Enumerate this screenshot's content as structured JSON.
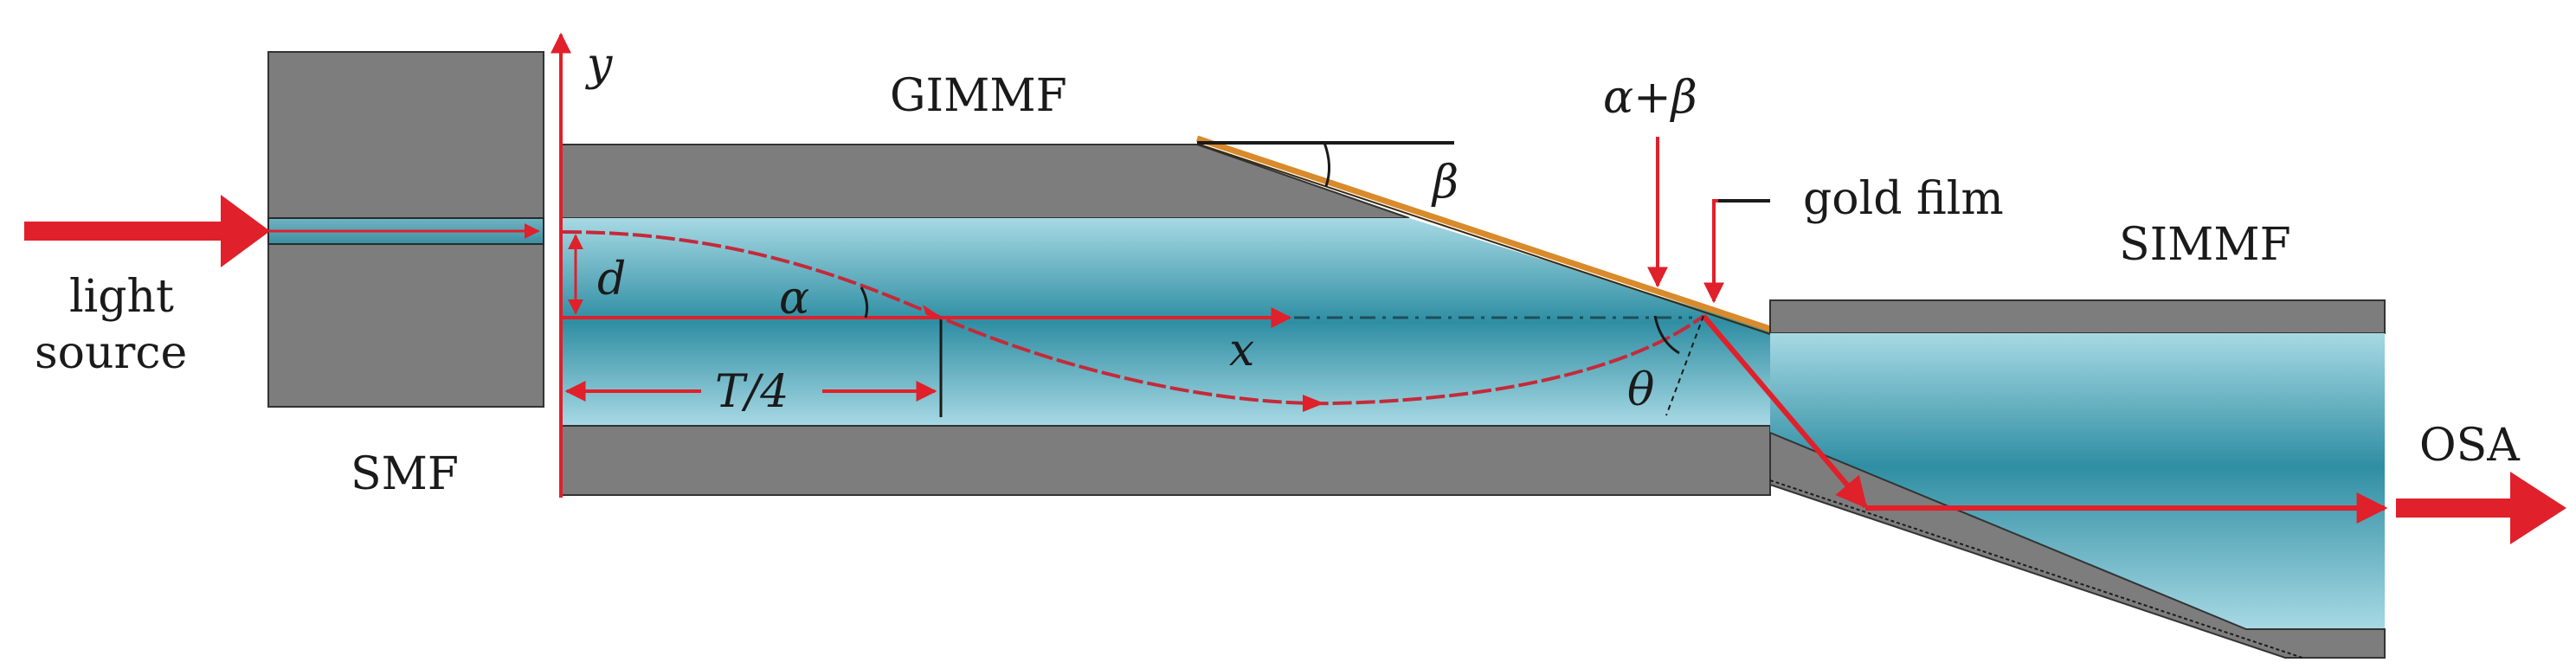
{
  "labels": {
    "y_axis": "y",
    "x_axis": "x",
    "gimmf": "GIMMF",
    "smf": "SMF",
    "simmf": "SIMMF",
    "osa": "OSA",
    "gold_film": "gold film",
    "light_line1": "light",
    "light_line2": "source",
    "beta": "β",
    "alpha": "α",
    "alpha_beta": "α+β",
    "d": "d",
    "theta": "θ",
    "t4": "T/4"
  },
  "colors": {
    "cladding": "#7d7d7d",
    "core_edge": "#9fd3df",
    "core_center": "#2f8ea3",
    "ray": "#e0202a",
    "gold": "#d98a2b",
    "line": "#1a1a1a"
  }
}
